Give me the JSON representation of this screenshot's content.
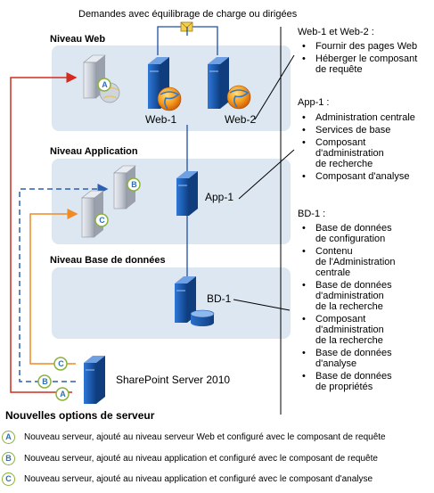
{
  "title": "Demandes avec équilibrage de charge ou dirigées",
  "tiers": {
    "web": "Niveau Web",
    "application": "Niveau Application",
    "database": "Niveau Base de données"
  },
  "servers": {
    "web1": "Web-1",
    "web2": "Web-2",
    "app1": "App-1",
    "db1": "BD-1",
    "sharepoint": "SharePoint Server 2010"
  },
  "badges": {
    "a": "A",
    "b": "B",
    "c": "C"
  },
  "panels": {
    "web": {
      "title": "Web-1 et Web-2 :",
      "items": [
        "Fournir des pages Web",
        "Héberger le composant\nde requête"
      ]
    },
    "app": {
      "title": "App-1 :",
      "items": [
        "Administration centrale",
        "Services de base",
        "Composant\nd'administration\nde recherche",
        "Composant d'analyse"
      ]
    },
    "db": {
      "title": "BD-1 :",
      "items": [
        "Base de données\nde configuration",
        "Contenu\nde l'Administration\ncentrale",
        "Base de données\nd'administration\nde la recherche",
        "Composant\nd'administration\nde la recherche",
        "Base de données\nd'analyse",
        "Base de données\nde propriétés"
      ]
    }
  },
  "legend": {
    "title": "Nouvelles options de serveur",
    "items": [
      {
        "badge": "A",
        "text": "Nouveau serveur, ajouté au niveau serveur Web et configuré avec le composant de requête"
      },
      {
        "badge": "B",
        "text": "Nouveau serveur, ajouté au niveau application et configuré avec le composant de requête"
      },
      {
        "badge": "C",
        "text": "Nouveau serveur, ajouté au niveau application et configuré avec le composant d'analyse"
      }
    ]
  },
  "colors": {
    "tier_fill": "#dce7f1",
    "connector": "#1f4fa6",
    "arrow_a": "#d42a1f",
    "arrow_b": "#2b5fb4",
    "arrow_c": "#f08a24",
    "badge_ring": "#8ab23a",
    "badge_text": "#2f6fb5",
    "server_blue": "#1d5fb4",
    "server_gray": "#b9bec8"
  },
  "icons": [
    "server-icon",
    "globe-icon",
    "envelope-icon",
    "database-icon"
  ]
}
